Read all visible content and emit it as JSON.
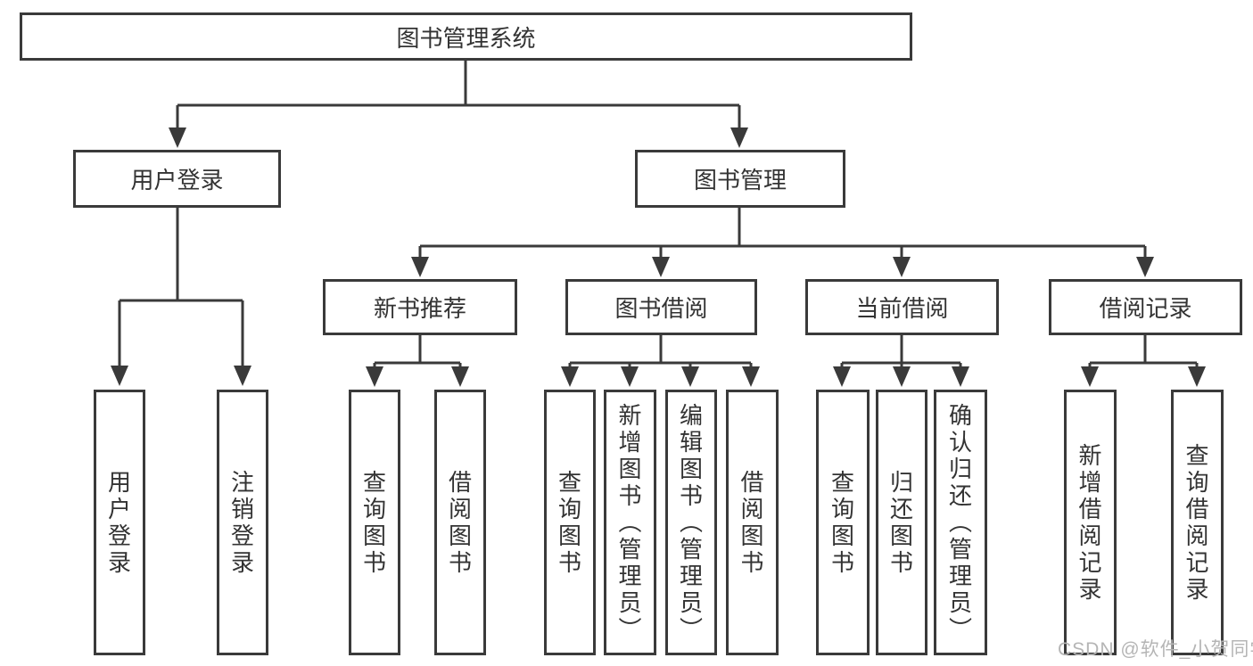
{
  "colors": {
    "line": "#3a3a3a",
    "text": "#333333",
    "background": "#ffffff",
    "watermark": "#b5b5b5"
  },
  "watermark": {
    "text": "CSDN @软件_小贺同学"
  },
  "tree": {
    "label": "图书管理系统",
    "children": [
      {
        "label": "用户登录",
        "children": [
          {
            "label": "用户登录"
          },
          {
            "label": "注销登录"
          }
        ]
      },
      {
        "label": "图书管理",
        "children": [
          {
            "label": "新书推荐",
            "children": [
              {
                "label": "查询图书"
              },
              {
                "label": "借阅图书"
              }
            ]
          },
          {
            "label": "图书借阅",
            "children": [
              {
                "label": "查询图书"
              },
              {
                "label": "新增图书（管理员）"
              },
              {
                "label": "编辑图书（管理员）"
              },
              {
                "label": "借阅图书"
              }
            ]
          },
          {
            "label": "当前借阅",
            "children": [
              {
                "label": "查询图书"
              },
              {
                "label": "归还图书"
              },
              {
                "label": "确认归还（管理员）"
              }
            ]
          },
          {
            "label": "借阅记录",
            "children": [
              {
                "label": "新增借阅记录"
              },
              {
                "label": "查询借阅记录"
              }
            ]
          }
        ]
      }
    ]
  }
}
